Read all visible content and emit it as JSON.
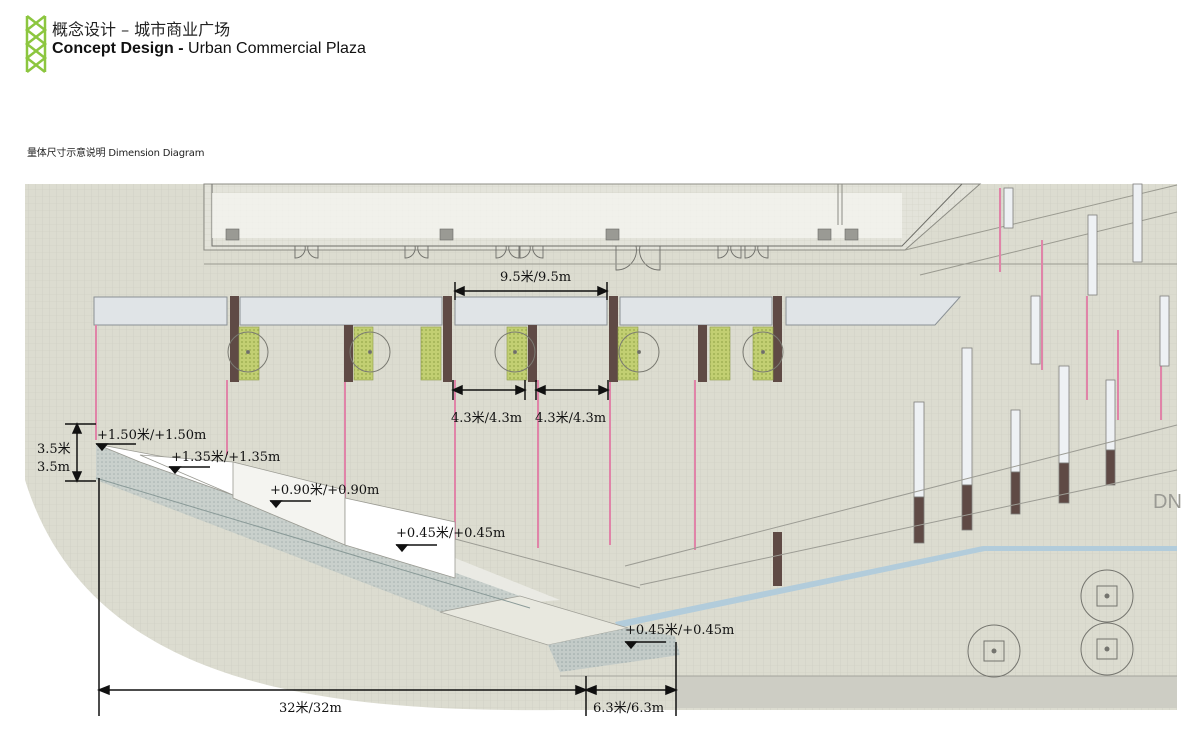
{
  "header": {
    "title_cn": "概念设计  –  城市商业广场",
    "title_en_bold": "Concept Design -",
    "title_en_rest": " Urban Commercial Plaza",
    "accent_color": "#8cc63f",
    "logo_icon": "lattice-logo-icon"
  },
  "subtitle": "量体尺寸示意说明 Dimension Diagram",
  "dimensions": {
    "span_top": "9.5米/9.5m",
    "span_left": "4.3米/4.3m",
    "span_right": "4.3米/4.3m",
    "height_line1": "3.5米",
    "height_line2": "3.5m",
    "level_1": "+1.50米/+1.50m",
    "level_2": "+1.35米/+1.35m",
    "level_3": "+0.90米/+0.90m",
    "level_4": "+0.45米/+0.45m",
    "level_5": "+0.45米/+0.45m",
    "length_main": "32米/32m",
    "length_side": "6.3米/6.3m"
  },
  "plan_marks": {
    "corner_text": "DN"
  },
  "colors": {
    "ground": "#dcdcd0",
    "grid": "#c9c9bd",
    "building": "#e6e6e0",
    "pink_line": "#e07fa5",
    "column": "#5f4a45",
    "planter": "#b9c96a",
    "canopy": "#dfe3e6",
    "ramp": "#b8c6c6",
    "water_edge": "#a9c7d6"
  }
}
